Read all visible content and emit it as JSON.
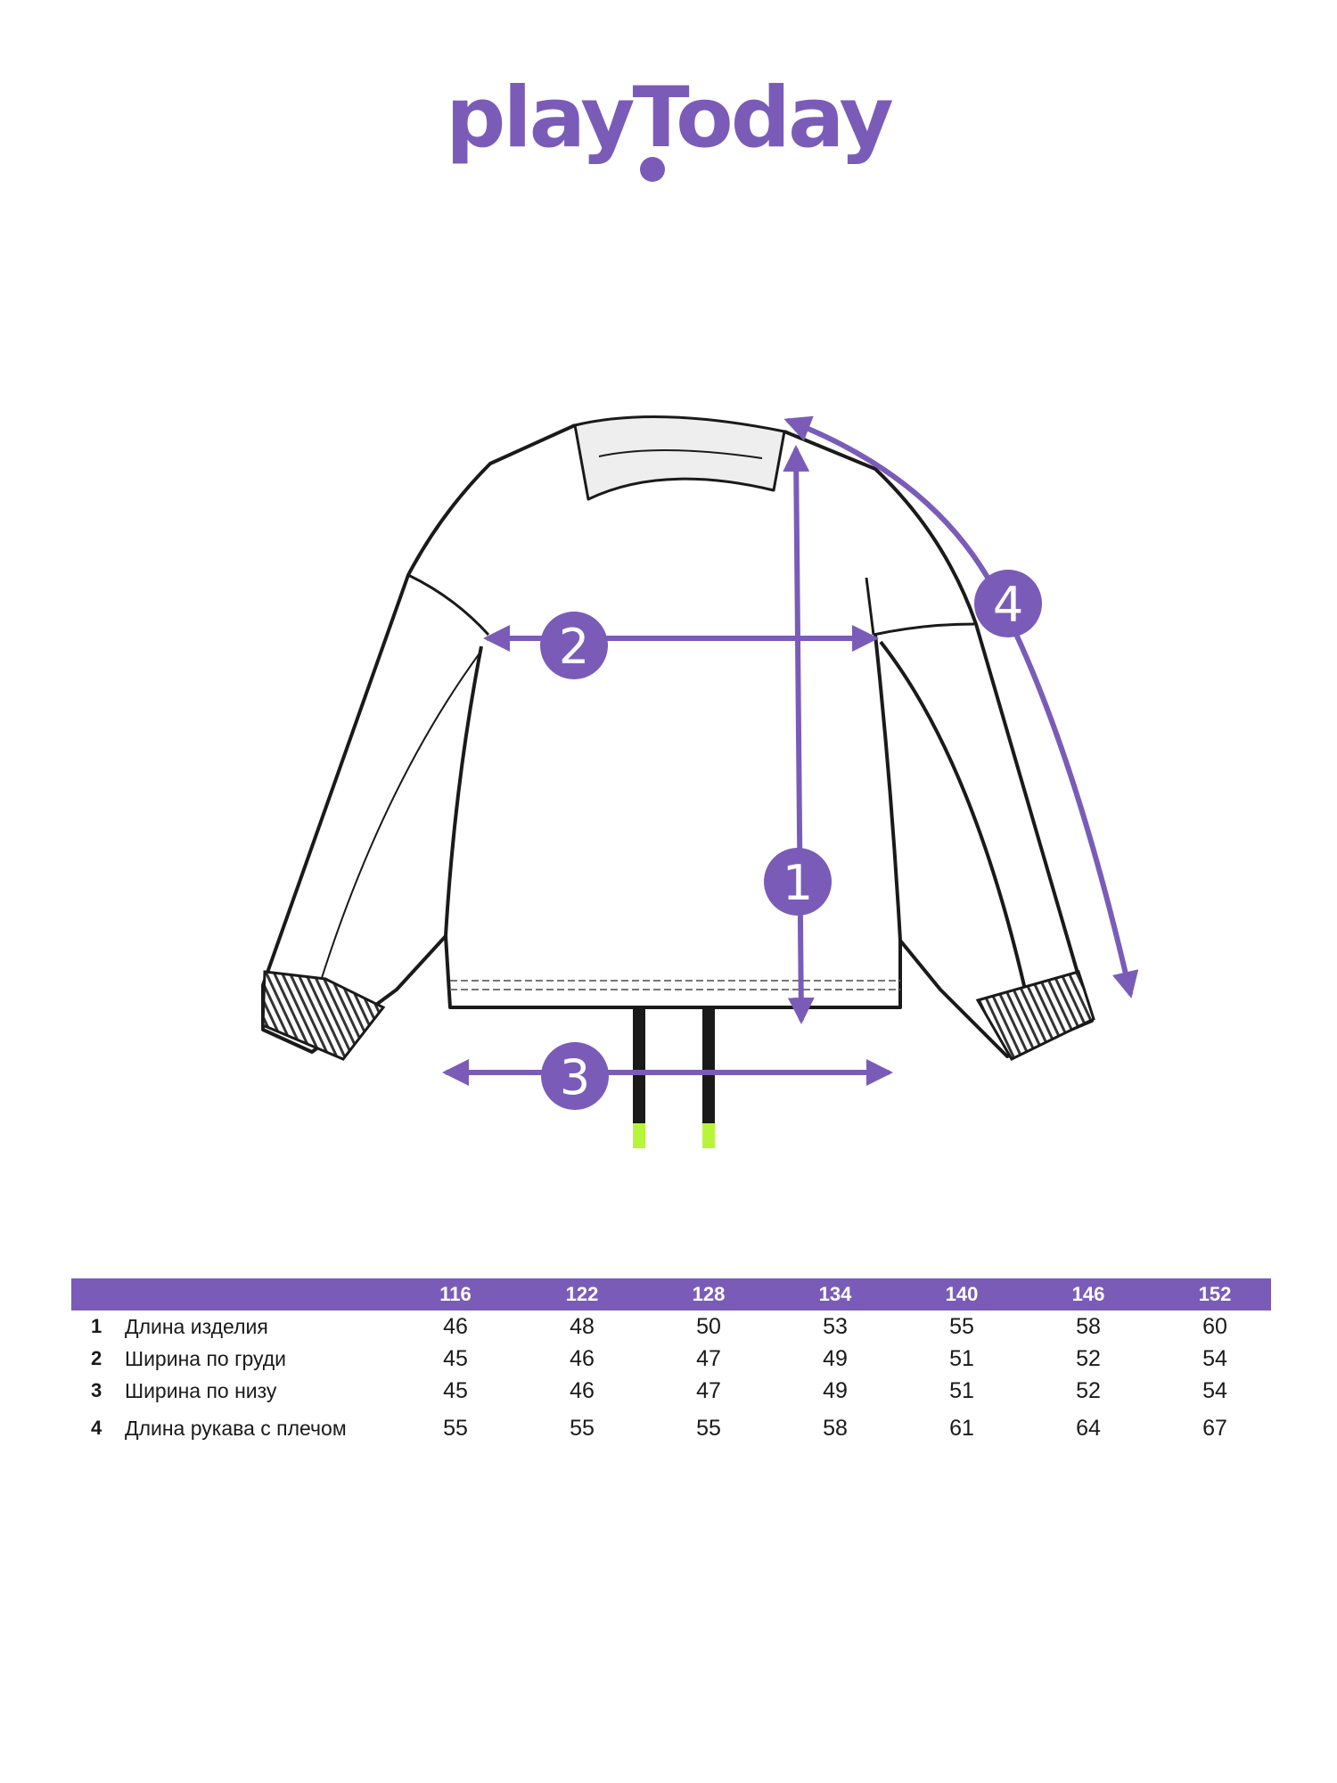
{
  "brand": {
    "name": "playToday",
    "accent_color": "#7a5cb8"
  },
  "diagram": {
    "markers": [
      {
        "id": "1"
      },
      {
        "id": "2"
      },
      {
        "id": "3"
      },
      {
        "id": "4"
      }
    ],
    "drawstring_tip_color": "#b8f53a"
  },
  "size_table": {
    "sizes": [
      "116",
      "122",
      "128",
      "134",
      "140",
      "146",
      "152"
    ],
    "rows": [
      {
        "num": "1",
        "label": "Длина изделия",
        "values": [
          "46",
          "48",
          "50",
          "53",
          "55",
          "58",
          "60"
        ]
      },
      {
        "num": "2",
        "label": "Ширина по груди",
        "values": [
          "45",
          "46",
          "47",
          "49",
          "51",
          "52",
          "54"
        ]
      },
      {
        "num": "3",
        "label": "Ширина по низу",
        "values": [
          "45",
          "46",
          "47",
          "49",
          "51",
          "52",
          "54"
        ]
      },
      {
        "num": "4",
        "label": "Длина рукава с плечом",
        "values": [
          "55",
          "55",
          "55",
          "58",
          "61",
          "64",
          "67"
        ]
      }
    ]
  }
}
